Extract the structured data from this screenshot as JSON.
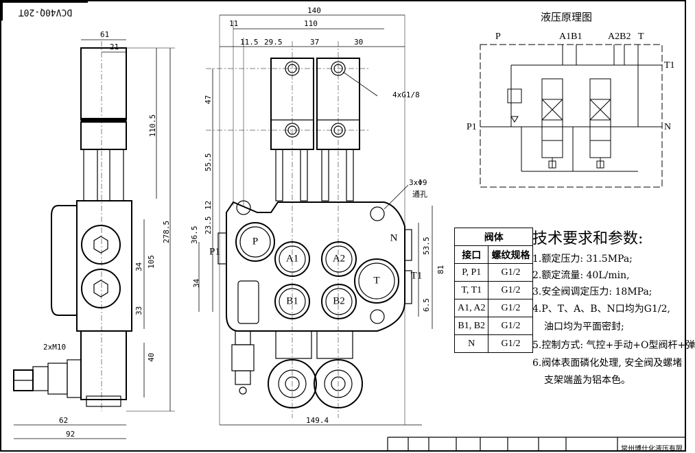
{
  "model": "DCV40Q-20T",
  "hydraulic_title": "液压原理图",
  "schematic_labels": {
    "P": "P",
    "A1B1": "A1B1",
    "A2B2": "A2B2",
    "T": "T",
    "T1": "T1",
    "P1": "P1",
    "N": "N"
  },
  "side_dims": {
    "d61": "61",
    "d21": "21",
    "d110_5": "110.5",
    "d278_5": "278.5",
    "d105": "105",
    "d34": "34",
    "d33": "33",
    "d40": "40",
    "d62": "62",
    "d92": "92",
    "thread": "2xM10"
  },
  "front_dims": {
    "d140": "140",
    "d110": "110",
    "d11": "11",
    "d11_5": "11.5",
    "d29_5": "29.5",
    "d37": "37",
    "d30": "30",
    "d47": "47",
    "d55_5": "55.5",
    "d12": "12",
    "d23_5": "23.5",
    "d36_5": "36.5",
    "d34": "34",
    "d53_5": "53.5",
    "d81": "81",
    "d6_5": "6.5",
    "d149_4": "149.4",
    "holes_top": "4xG1/8",
    "holes_mount": "3xΦ9",
    "through": "通孔"
  },
  "ports": {
    "P": "P",
    "P1": "P1",
    "A1": "A1",
    "A2": "A2",
    "B1": "B1",
    "B2": "B2",
    "T": "T",
    "T1": "T1",
    "N": "N"
  },
  "port_table": {
    "title": "阀体",
    "headers": [
      "接口",
      "螺纹规格"
    ],
    "rows": [
      [
        "P, P1",
        "G1/2"
      ],
      [
        "T, T1",
        "G1/2"
      ],
      [
        "A1, A2",
        "G1/2"
      ],
      [
        "B1, B2",
        "G1/2"
      ],
      [
        "N",
        "G1/2"
      ]
    ]
  },
  "requirements": {
    "title": "技术要求和参数:",
    "items": [
      "1.额定压力: 31.5MPa;",
      "2.额定流量: 40L/min,",
      "3.安全阀调定压力: 18MPa;",
      "4.P、T、A、B、N口均为G1/2,",
      "油口均为平面密封;",
      "5.控制方式: 气控+手动+O型阀杆+弹",
      "6.阀体表面磷化处理, 安全阀及螺堵",
      "支架端盖为铝本色。"
    ]
  },
  "footer": "常州博仕化液压有限"
}
